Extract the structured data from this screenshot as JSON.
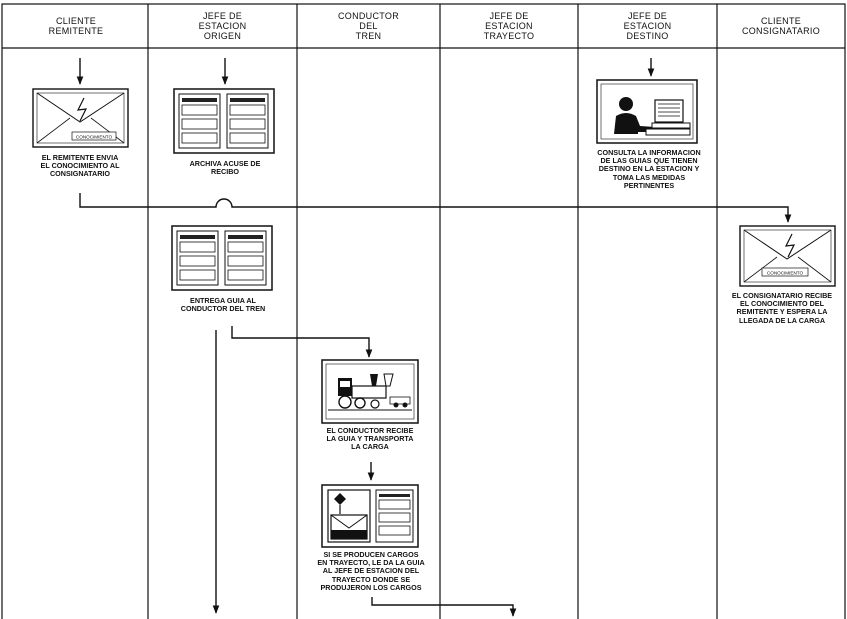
{
  "lanes": [
    {
      "id": "cliente-remitente",
      "title": "CLIENTE\nREMITENTE"
    },
    {
      "id": "jefe-origen",
      "title": "JEFE DE\nESTACION\nORIGEN"
    },
    {
      "id": "conductor",
      "title": "CONDUCTOR\nDEL\nTREN"
    },
    {
      "id": "jefe-trayecto",
      "title": "JEFE DE\nESTACION\nTRAYECTO"
    },
    {
      "id": "jefe-destino",
      "title": "JEFE DE\nESTACION\nDESTINO"
    },
    {
      "id": "cliente-consignatario",
      "title": "CLIENTE\nCONSIGNATARIO"
    }
  ],
  "steps": {
    "envio": "EL REMITENTE ENVIA\nEL CONOCIMIENTO AL\nCONSIGNATARIO",
    "archiva": "ARCHIVA ACUSE DE\nRECIBO",
    "consulta": "CONSULTA LA INFORMACION\nDE LAS GUIAS QUE TIENEN\nDESTINO EN LA ESTACION Y\nTOMA LAS MEDIDAS\nPERTINENTES",
    "entrega": "ENTREGA GUIA AL\nCONDUCTOR DEL TREN",
    "recibe": "EL CONSIGNATARIO RECIBE\nEL CONOCIMIENTO DEL\nREMITENTE Y ESPERA LA\nLLEGADA DE LA CARGA",
    "transporta": "EL CONDUCTOR RECIBE\nLA GUIA Y TRANSPORTA\nLA CARGA",
    "cargos": "SI SE PRODUCEN CARGOS\nEN TRAYECTO, LE DA LA GUIA\nAL JEFE DE ESTACION DEL\nTRAYECTO DONDE SE\nPRODUJERON LOS CARGOS"
  },
  "icons": {
    "envelope_label": "CONOCIMIENTO"
  },
  "colors": {
    "line": "#111111",
    "paper": "#ffffff",
    "screen": "#dddddd"
  }
}
